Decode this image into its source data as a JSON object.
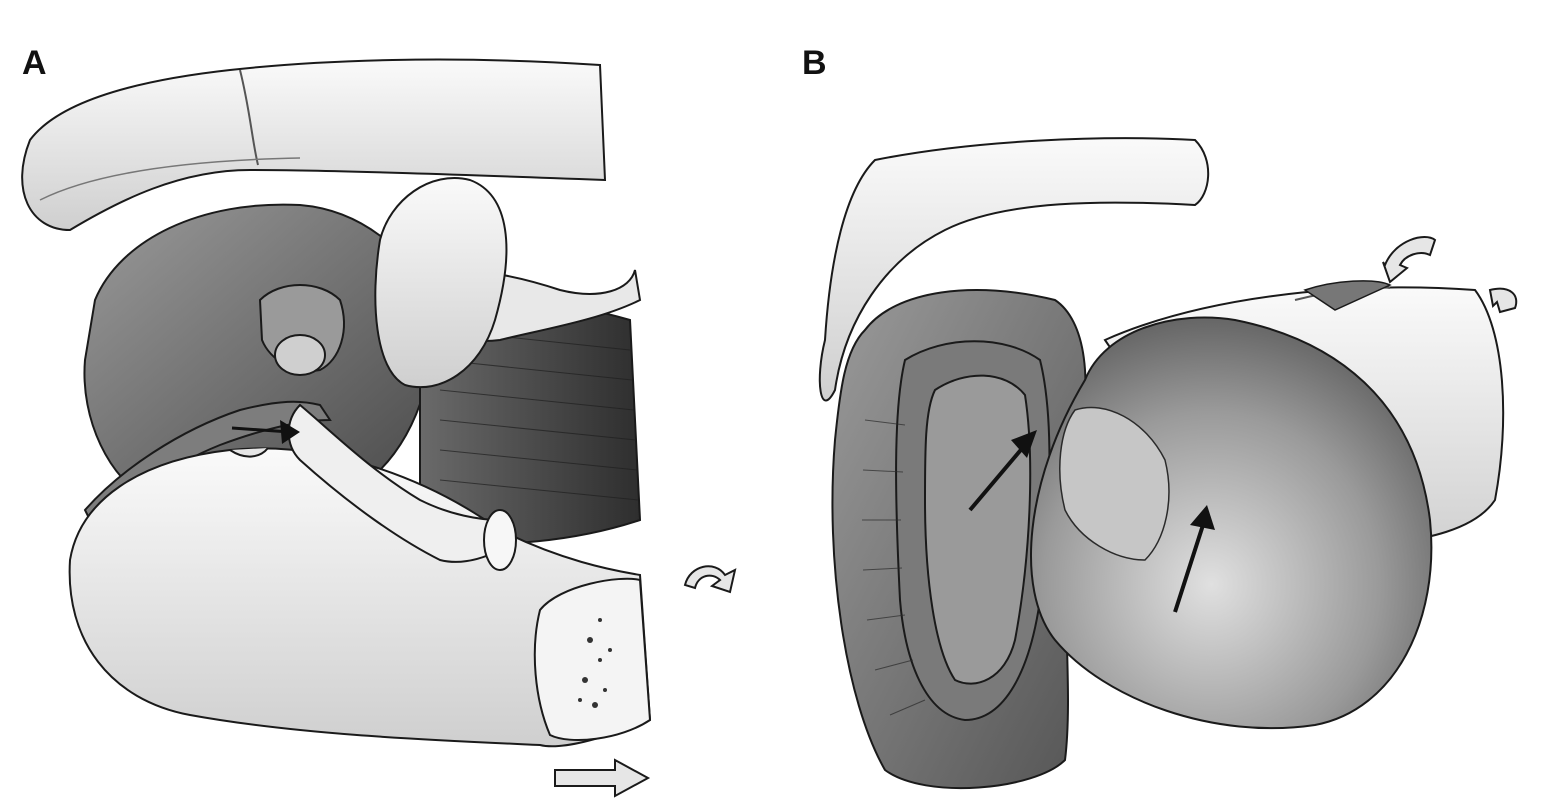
{
  "figure": {
    "panels": [
      {
        "id": "A",
        "label": "A"
      },
      {
        "id": "B",
        "label": "B"
      }
    ]
  },
  "palette": {
    "bone_light": "#f1f1f1",
    "bone_mid": "#d6d6d6",
    "tissue_dark": "#5f5f5f",
    "tissue_mid": "#8a8a8a",
    "muscle_dark": "#3a3a3a",
    "outline": "#1a1a1a",
    "arrow_fill": "#e6e6e6",
    "arrow_black": "#111111"
  }
}
